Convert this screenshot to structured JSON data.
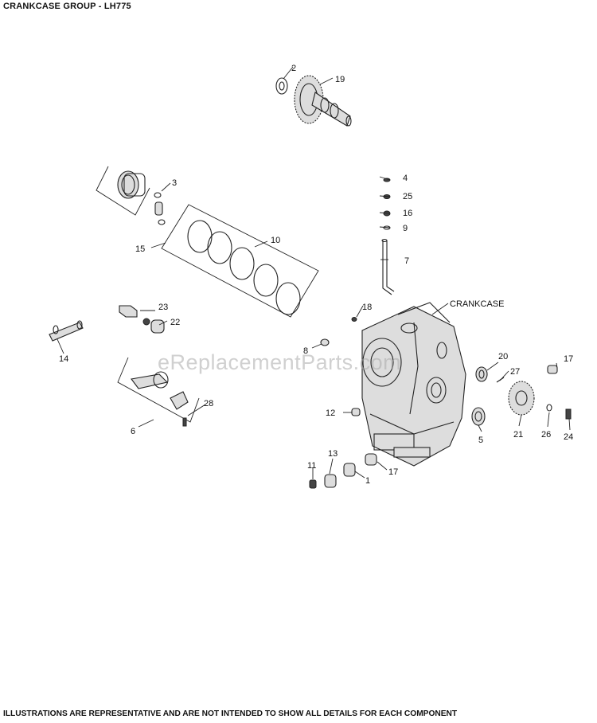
{
  "header": {
    "title": "CRANKCASE GROUP - LH775"
  },
  "footer": {
    "note": "ILLUSTRATIONS ARE REPRESENTATIVE AND ARE NOT INTENDED TO SHOW ALL DETAILS FOR EACH COMPONENT"
  },
  "watermark": {
    "text": "eReplacementParts.com"
  },
  "callouts": {
    "c1": "1",
    "c2": "2",
    "c3": "3",
    "c4": "4",
    "c5": "5",
    "c6": "6",
    "c7": "7",
    "c8": "8",
    "c9": "9",
    "c10": "10",
    "c11": "11",
    "c12": "12",
    "c13": "13",
    "c14": "14",
    "c15": "15",
    "c16": "16",
    "c17a": "17",
    "c17b": "17",
    "c18": "18",
    "c19": "19",
    "c20": "20",
    "c21": "21",
    "c22": "22",
    "c23": "23",
    "c24": "24",
    "c25": "25",
    "c26": "26",
    "c27": "27",
    "c28": "28",
    "crankcase": "CRANKCASE"
  }
}
